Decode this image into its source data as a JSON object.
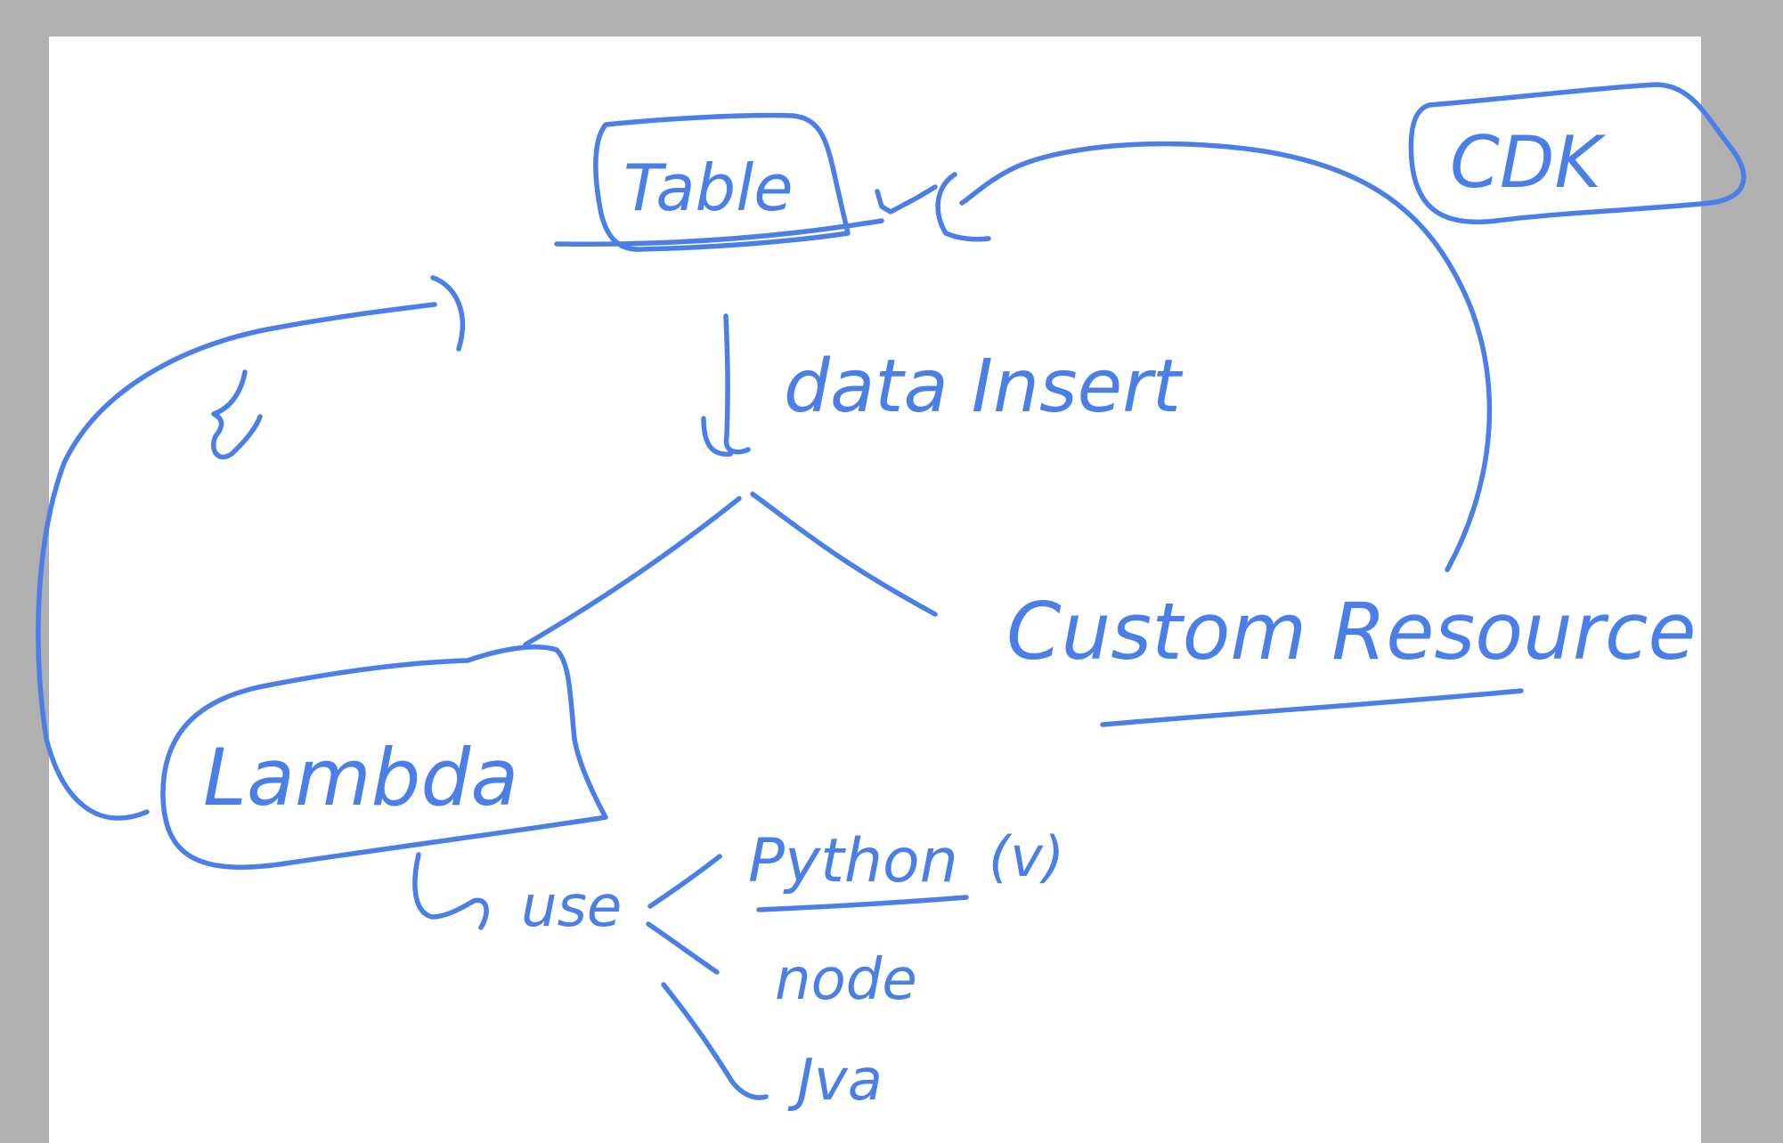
{
  "colors": {
    "background": "#b0b0b0",
    "page": "#ffffff",
    "ink": "#4a7fe8"
  },
  "labels": {
    "table": "Table",
    "cdk": "CDK",
    "data_insert": "data Insert",
    "custom_resource": "Custom Resource",
    "lambda": "Lambda",
    "use": "use",
    "python": "Python",
    "python_suffix": "(v)",
    "node": "node",
    "java": "Jva"
  }
}
